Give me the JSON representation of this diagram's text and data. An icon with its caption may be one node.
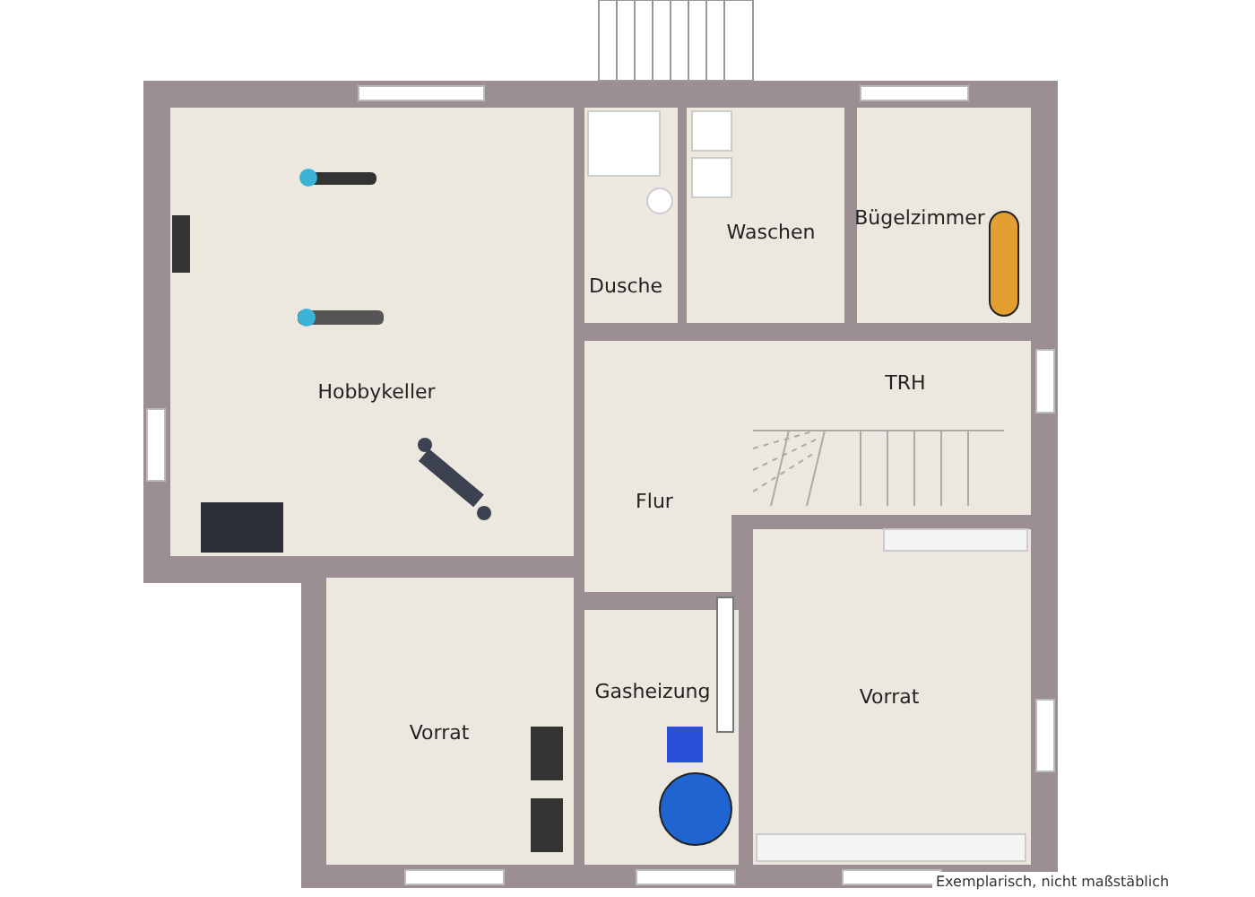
{
  "diagram": {
    "nodes": [
      {
        "text": [
          "Hobbykeller"
        ]
      },
      {
        "text": [
          "Dusche"
        ]
      },
      {
        "text": [
          "Waschen"
        ]
      },
      {
        "text": [
          "Bügelzimmer"
        ]
      },
      {
        "text": [
          "TRH"
        ]
      },
      {
        "text": [
          "Flur"
        ]
      },
      {
        "text": [
          "Gasheizung"
        ]
      },
      {
        "text": [
          "Vorrat"
        ]
      },
      {
        "text": [
          "Vorrat"
        ]
      }
    ],
    "labels": [
      "Exemplarisch, nicht maßstäblich"
    ]
  }
}
